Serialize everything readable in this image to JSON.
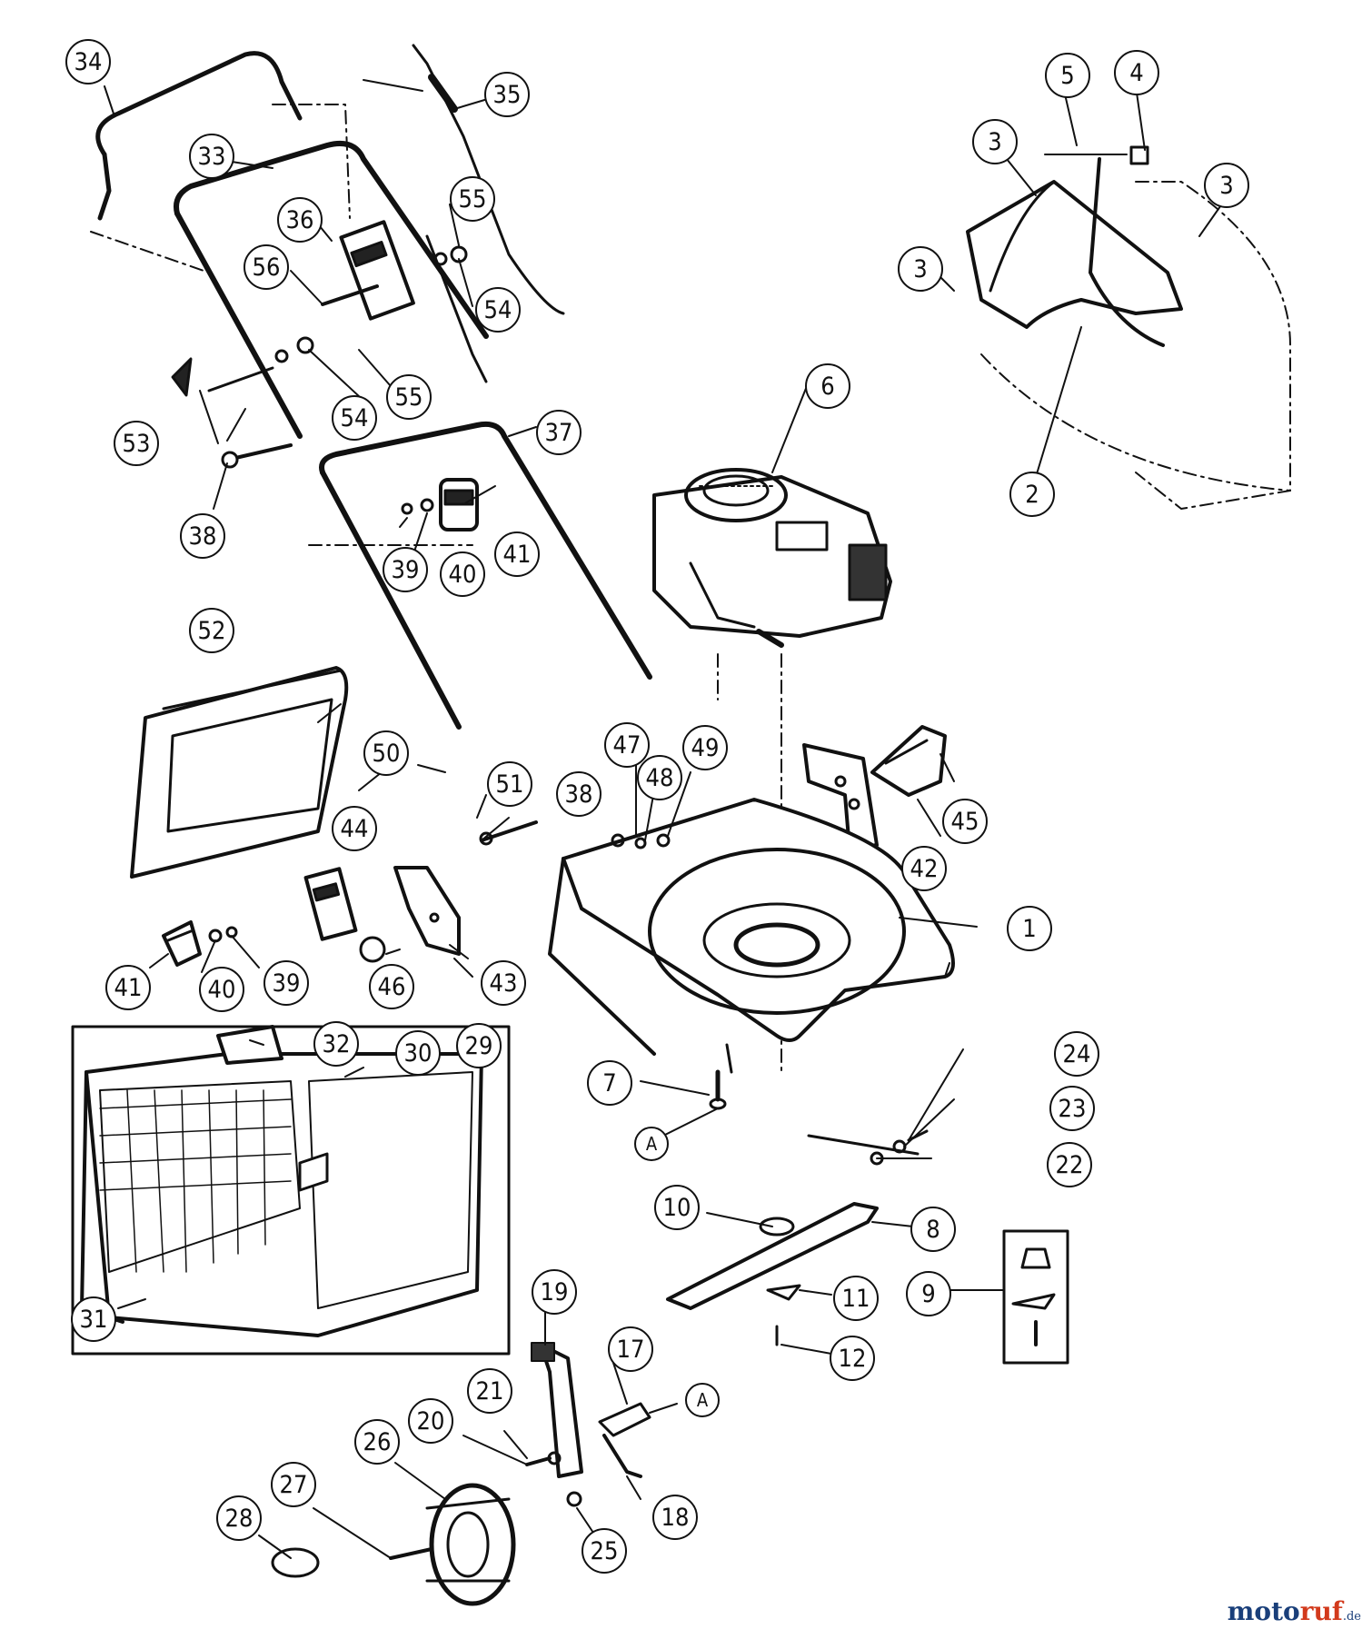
{
  "diagram": {
    "labels": {
      "p1": "1",
      "p2": "2",
      "p3a": "3",
      "p3b": "3",
      "p3c": "3",
      "p4": "4",
      "p5": "5",
      "p6": "6",
      "p7": "7",
      "p8": "8",
      "p9": "9",
      "p10": "10",
      "p11": "11",
      "p12": "12",
      "p17": "17",
      "p18": "18",
      "p19": "19",
      "p20": "20",
      "p21": "21",
      "p22": "22",
      "p23": "23",
      "p24": "24",
      "p25": "25",
      "p26": "26",
      "p27": "27",
      "p28": "28",
      "p29": "29",
      "p30": "30",
      "p31": "31",
      "p32": "32",
      "p33": "33",
      "p34": "34",
      "p35": "35",
      "p36": "36",
      "p37": "37",
      "p38a": "38",
      "p38b": "38",
      "p39a": "39",
      "p39b": "39",
      "p40a": "40",
      "p40b": "40",
      "p41a": "41",
      "p41b": "41",
      "p42": "42",
      "p43": "43",
      "p44": "44",
      "p45": "45",
      "p46": "46",
      "p47": "47",
      "p48": "48",
      "p49": "49",
      "p50": "50",
      "p51": "51",
      "p52": "52",
      "p53": "53",
      "p54a": "54",
      "p54b": "54",
      "p55a": "55",
      "p55b": "55",
      "p56": "56",
      "refA1": "A",
      "refA2": "A"
    },
    "watermark": {
      "part1": "moto",
      "part2": "ruf",
      "suffix": ".de"
    }
  }
}
